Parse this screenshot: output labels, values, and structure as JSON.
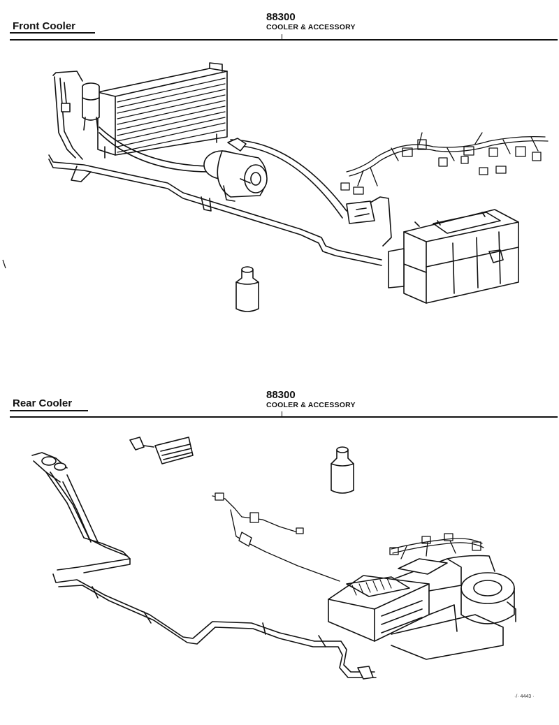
{
  "front": {
    "title": "Front Cooler",
    "code": "88300",
    "subtitle": "COOLER & ACCESSORY"
  },
  "rear": {
    "title": "Rear Cooler",
    "code": "88300",
    "subtitle": "COOLER & ACCESSORY"
  },
  "reference": "·/· 4443 ·"
}
